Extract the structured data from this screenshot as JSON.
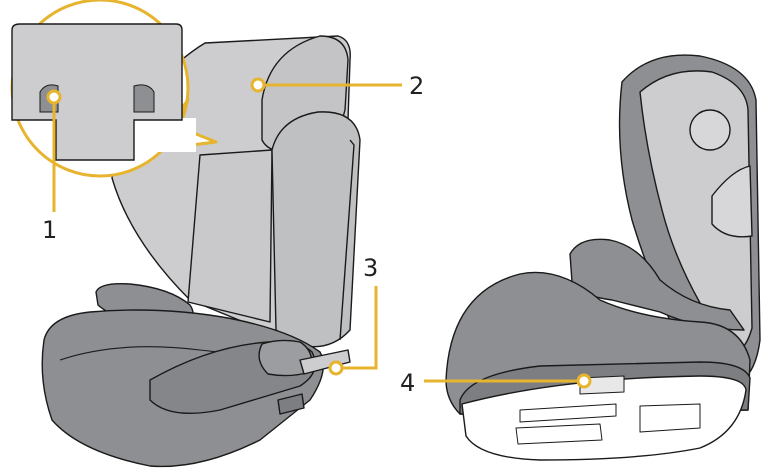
{
  "colors": {
    "callout": "#E6B42E",
    "seat_dark": "#8E8F92",
    "seat_light": "#CDCDCF",
    "seat_mid": "#B3B4B6",
    "outline": "#1A1A1A"
  },
  "callouts": [
    {
      "label": "1",
      "part": "headrest-adjuster"
    },
    {
      "label": "2",
      "part": "headrest"
    },
    {
      "label": "3",
      "part": "isofix-connector"
    },
    {
      "label": "4",
      "part": "isofix-release"
    }
  ]
}
